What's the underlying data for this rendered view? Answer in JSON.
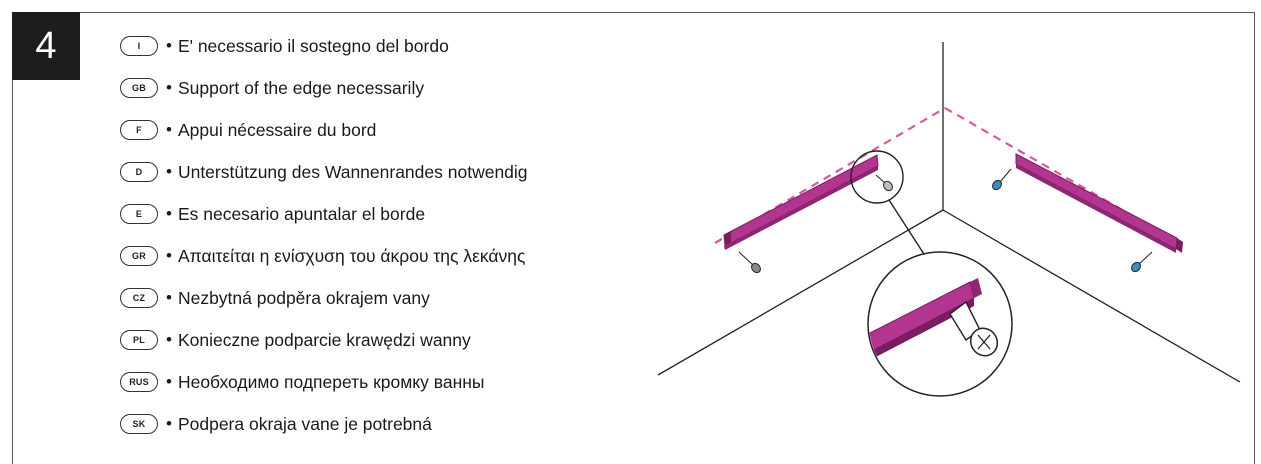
{
  "step": {
    "number": "4"
  },
  "instructions": [
    {
      "code": "I",
      "text": "E' necessario il sostegno del bordo"
    },
    {
      "code": "GB",
      "text": "Support of the edge necessarily"
    },
    {
      "code": "F",
      "text": "Appui nécessaire du bord"
    },
    {
      "code": "D",
      "text": "Unterstützung des Wannenrandes notwendig"
    },
    {
      "code": "E",
      "text": "Es necesario apuntalar el borde"
    },
    {
      "code": "GR",
      "text": "Απαιτείται η ενίσχυση του άκρου της λεκάνης"
    },
    {
      "code": "CZ",
      "text": "Nezbytná podpěra okrajem vany"
    },
    {
      "code": "PL",
      "text": "Konieczne podparcie krawędzi wanny"
    },
    {
      "code": "RUS",
      "text": "Необходимо подпереть кромку ванны"
    },
    {
      "code": "SK",
      "text": "Podpera okraja vane je potrebná"
    }
  ],
  "bullet": "•",
  "colors": {
    "rail": "#b2368f",
    "rail_dark": "#7a1d5e",
    "dashed_edge": "#d9579f",
    "screw_left": "#8a8a8a",
    "screw_right": "#3a8fc0"
  },
  "icons": [
    "corner-wall-lines",
    "bath-edge-dashed-line",
    "support-rail",
    "screw",
    "zoom-detail-circle"
  ]
}
